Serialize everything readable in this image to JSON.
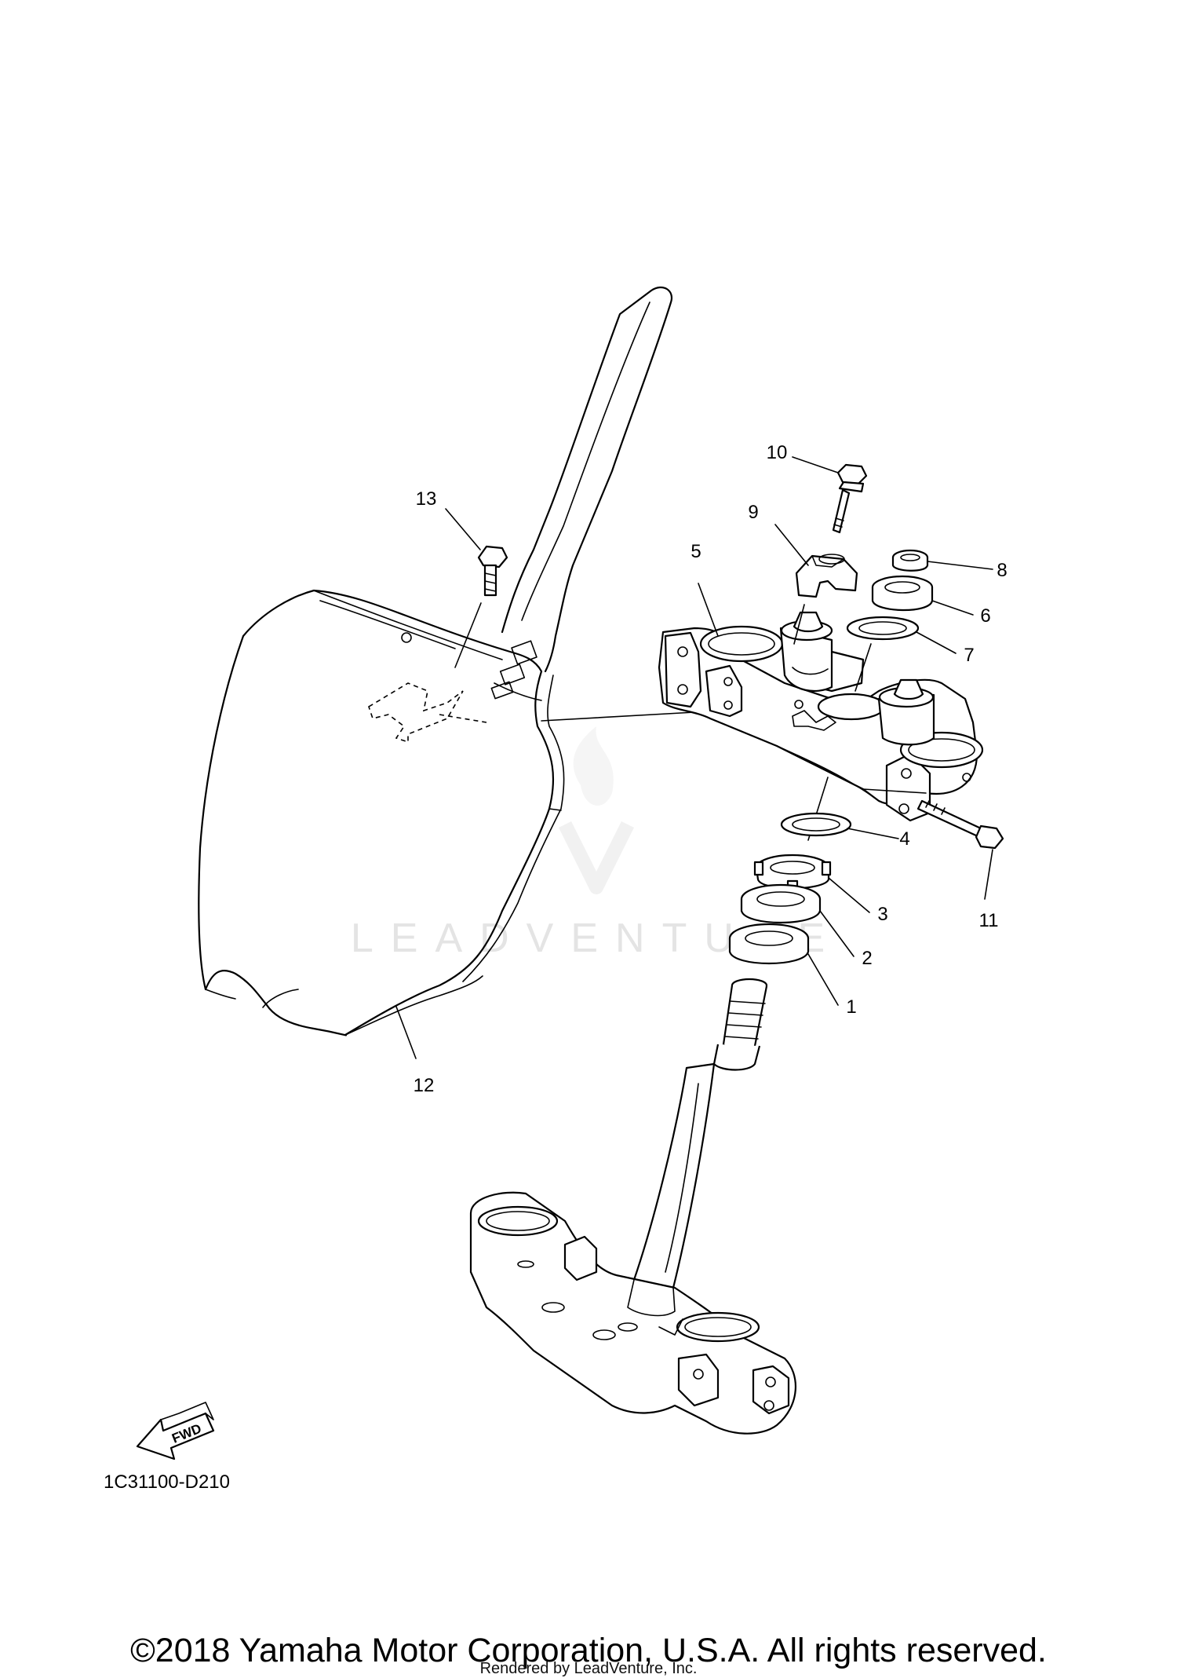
{
  "callouts": [
    {
      "id": "1",
      "label": "1"
    },
    {
      "id": "2",
      "label": "2"
    },
    {
      "id": "3",
      "label": "3"
    },
    {
      "id": "4",
      "label": "4"
    },
    {
      "id": "5",
      "label": "5"
    },
    {
      "id": "6",
      "label": "6"
    },
    {
      "id": "7",
      "label": "7"
    },
    {
      "id": "8",
      "label": "8"
    },
    {
      "id": "9",
      "label": "9"
    },
    {
      "id": "10",
      "label": "10"
    },
    {
      "id": "11",
      "label": "11"
    },
    {
      "id": "12",
      "label": "12"
    },
    {
      "id": "13",
      "label": "13"
    }
  ],
  "diagram_code": "1C31100-D210",
  "fwd_label": "FWD",
  "watermark": "LEADVENTURE",
  "copyright": "©2018 Yamaha Motor Corporation, U.S.A. All rights reserved.",
  "rendered_by": "Rendered by LeadVenture, Inc."
}
